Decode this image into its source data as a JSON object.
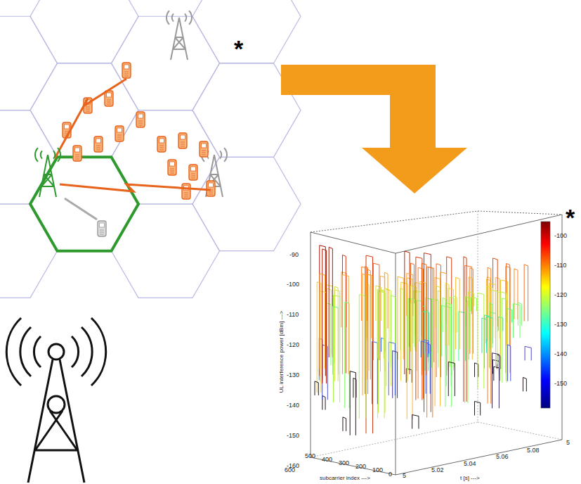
{
  "diagram": {
    "labels": [
      "*",
      "*",
      "-90",
      "-100",
      "-110",
      "-120",
      "-130",
      "-140",
      "-150",
      "-160",
      "UL interference power [dBm] --->",
      "600",
      "500",
      "400",
      "300",
      "200",
      "100",
      "0",
      "subcarrier index --->",
      "5",
      "5.02",
      "5.04",
      "5.06",
      "5.08",
      "5",
      "t [s] --->",
      "-100",
      "-110",
      "-120",
      "-130",
      "-140",
      "-150"
    ]
  }
}
